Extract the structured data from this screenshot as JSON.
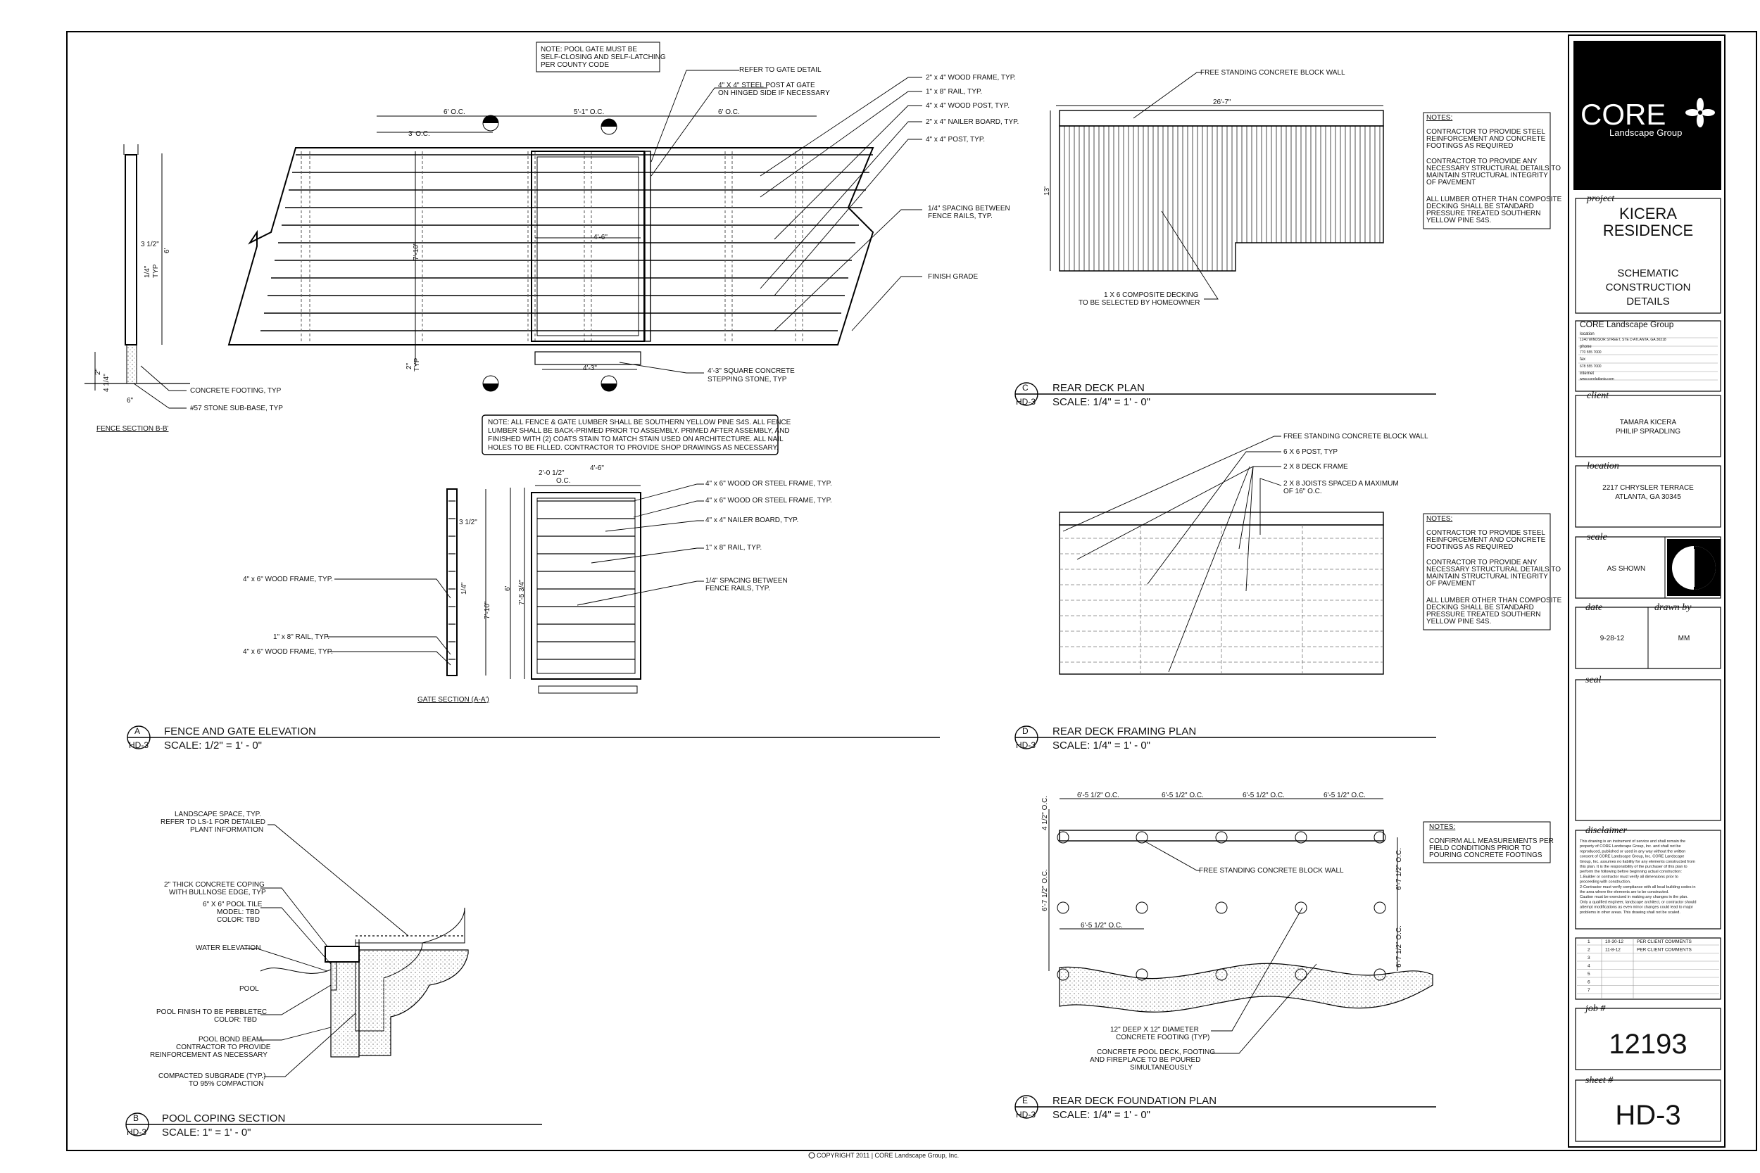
{
  "fence": {
    "callouts": [
      "REFER TO GATE DETAIL",
      "4\" X 4\" STEEL POST AT GATE",
      "ON HINGED SIDE IF NECESSARY",
      "2\" x 4\" WOOD FRAME, TYP.",
      "1\" x 8\" RAIL, TYP.",
      "4\" x 4\" WOOD POST, TYP.",
      "2\" x 4\" NAILER BOARD, TYP.",
      "4\" x 4\" POST, TYP.",
      "1/4\" SPACING BETWEEN",
      "FENCE RAILS, TYP.",
      "FINISH GRADE",
      "4'-3\" SQUARE CONCRETE",
      "STEPPING STONE, TYP"
    ],
    "note_gate": [
      "NOTE: POOL GATE MUST BE",
      "SELF-CLOSING AND SELF-LATCHING",
      "PER COUNTY CODE"
    ],
    "dims": [
      "6' O.C.",
      "5'-1\" O.C.",
      "6' O.C.",
      "3' O.C.",
      "4'-6\"",
      "4'-3\"",
      "7'-10\"",
      "2\"",
      "TYP"
    ],
    "section_b": [
      "3 1/2\"",
      "1/4\"",
      "TYP",
      "6'",
      "2\"",
      "4 1/4\"",
      "6\"",
      "CONCRETE FOOTING, TYP",
      "#57 STONE SUB-BASE, TYP",
      "FENCE SECTION B-B'"
    ],
    "lumber_note": [
      "NOTE: ALL FENCE & GATE LUMBER SHALL BE SOUTHERN YELLOW PINE S4S. ALL FENCE",
      "LUMBER SHALL BE BACK-PRIMED PRIOR TO ASSEMBLY.  PRIMED AFTER ASSEMBLY, AND",
      "FINISHED WITH (2) COATS STAIN TO MATCH STAIN USED ON ARCHITECTURE.  ALL NAIL",
      "HOLES TO BE FILLED. CONTRACTOR TO PROVIDE SHOP DRAWINGS AS NECESSARY."
    ],
    "gate": [
      "4\" x 6\" WOOD OR STEEL FRAME, TYP.",
      "4\" x 6\" WOOD OR STEEL FRAME, TYP.",
      "4\" x 4\" NAILER BOARD, TYP.",
      "1\" x 8\" RAIL, TYP.",
      "1/4\" SPACING BETWEEN",
      "FENCE RAILS, TYP.",
      "4\" x 6\" WOOD FRAME, TYP.",
      "1\" x 8\" RAIL, TYP.",
      "4\" x 6\" WOOD FRAME, TYP.",
      "3 1/2\"",
      "1/4\"",
      "7'-10\"",
      "6'",
      "7'-5 3/4\"",
      "2'-0 1/2\"",
      "O.C.",
      "4'-6\"",
      "GATE SECTION (A-A')"
    ],
    "title": {
      "letter": "A",
      "sheet": "HD-3",
      "name": "FENCE AND GATE ELEVATION",
      "scale": "SCALE: 1/2\" = 1' - 0\""
    }
  },
  "pool": {
    "callouts": [
      "LANDSCAPE SPACE, TYP.",
      "REFER TO LS-1 FOR DETAILED",
      "PLANT INFORMATION",
      "2\" THICK CONCRETE COPING",
      "WITH BULLNOSE EDGE, TYP",
      "6\" X 6\" POOL TILE",
      "MODEL: TBD",
      "COLOR: TBD",
      "WATER ELEVATION",
      "POOL",
      "POOL FINISH TO BE PEBBLETEC",
      "COLOR: TBD",
      "POOL BOND BEAM,",
      "CONTRACTOR TO PROVIDE",
      "REINFORCEMENT AS NECESSARY",
      "COMPACTED SUBGRADE (TYP.)",
      "TO 95% COMPACTION"
    ],
    "title": {
      "letter": "B",
      "sheet": "HD-3",
      "name": "POOL COPING SECTION",
      "scale": "SCALE: 1\" = 1' - 0\""
    }
  },
  "deck_plan": {
    "callouts": [
      "FREE STANDING CONCRETE BLOCK WALL",
      "1 X 6 COMPOSITE DECKING",
      "TO BE SELECTED BY HOMEOWNER",
      "26'-7\"",
      "13'"
    ],
    "title": {
      "letter": "C",
      "sheet": "HD-3",
      "name": "REAR DECK PLAN",
      "scale": "SCALE: 1/4\" = 1' - 0\""
    }
  },
  "deck_framing": {
    "callouts": [
      "FREE STANDING CONCRETE BLOCK WALL",
      "6 X 6 POST, TYP",
      "2 X 8 DECK FRAME",
      "2 X 8 JOISTS SPACED A MAXIMUM",
      "OF 16\" O.C."
    ],
    "title": {
      "letter": "D",
      "sheet": "HD-3",
      "name": "REAR DECK FRAMING PLAN",
      "scale": "SCALE: 1/4\" = 1' - 0\""
    }
  },
  "deck_foundation": {
    "callouts": [
      "FREE STANDING CONCRETE BLOCK WALL",
      "12\" DEEP X 12\" DIAMETER",
      "CONCRETE FOOTING (TYP)",
      "CONCRETE POOL DECK, FOOTING",
      "AND FIREPLACE TO BE POURED",
      "SIMULTANEOUSLY"
    ],
    "dims": [
      "6'-5 1/2\" O.C.",
      "6'-5 1/2\" O.C.",
      "6'-5 1/2\" O.C.",
      "6'-5 1/2\" O.C.",
      "6'-5 1/2\" O.C.",
      "4 1/2\" O.C.",
      "6'-7 1/2\" O.C.",
      "6'-7 1/2\" O.C.",
      "6'-7 1/2\" O.C."
    ],
    "title": {
      "letter": "E",
      "sheet": "HD-3",
      "name": "REAR DECK FOUNDATION PLAN",
      "scale": "SCALE: 1/4\" = 1' - 0\""
    }
  },
  "notes_struct": [
    "NOTES:",
    "CONTRACTOR TO PROVIDE STEEL",
    "REINFORCEMENT AND CONCRETE",
    "FOOTINGS AS REQUIRED",
    "CONTRACTOR TO PROVIDE ANY",
    "NECESSARY STRUCTURAL DETAILS TO",
    "MAINTAIN STRUCTURAL INTEGRITY",
    "OF PAVEMENT",
    "ALL LUMBER OTHER THAN COMPOSITE",
    "DECKING SHALL BE STANDARD",
    "PRESSURE TREATED SOUTHERN",
    "YELLOW PINE S4S."
  ],
  "notes_found": [
    "NOTES:",
    "CONFIRM ALL MEASUREMENTS PER",
    "FIELD CONDITIONS PRIOR TO",
    "POURING CONCRETE FOOTINGS"
  ],
  "titleblock": {
    "logo_main": "CORE",
    "logo_sub": "Landscape Group",
    "project_label": "project",
    "project_name": [
      "KICERA",
      "RESIDENCE"
    ],
    "project_desc": [
      "SCHEMATIC",
      "CONSTRUCTION",
      "DETAILS"
    ],
    "firm": "CORE Landscape Group",
    "firm_fields": [
      "location",
      "1240 WINDSOR STREET, STE D    ATLANTA, GA 30318",
      "phone",
      "770 555 7000",
      "fax",
      "678 555 7000",
      "internet",
      "www.corelatlanta.com"
    ],
    "client_label": "client",
    "client": [
      "TAMARA KICERA",
      "PHILIP SPRADLING"
    ],
    "location_label": "location",
    "location": [
      "2217 CHRYSLER TERRACE",
      "ATLANTA, GA 30345"
    ],
    "scale_label": "scale",
    "scale": "AS SHOWN",
    "date_label": "date",
    "drawn_label": "drawn by",
    "date": "9-28-12",
    "drawn": "MM",
    "seal_label": "seal",
    "disclaimer_label": "disclaimer",
    "disclaimer": [
      "This drawing is an instrument of service and shall remain the",
      "property of CORE Landscape Group, Inc. and shall not be",
      "reproduced, published or used in any way without the written",
      "consent of CORE Landscape Group, Inc. CORE Landscape",
      "Group, Inc. assumes no liability for any elements constructed from",
      "this plan. It is the responsibility of the purchaser of this plan to",
      "perform the following before beginning actual construction:",
      "1-Builder or contractor must verify all dimensions prior to",
      "proceeding with construction.",
      "2-Contractor must verify compliance with all local building codes in",
      "the area where the elements are to be constructed.",
      "Caution must be exercised in making any changes in the plan.",
      "Only a qualified engineer, landscape architect, or contractor should",
      "attempt modifications as even minor changes could lead to major",
      "problems in other areas. This drawing shall not be scaled."
    ],
    "revisions": [
      {
        "n": "1",
        "date": "10-30-12",
        "desc": "PER CLIENT COMMENTS"
      },
      {
        "n": "2",
        "date": "11-8-12",
        "desc": "PER CLIENT COMMENTS"
      },
      {
        "n": "3",
        "date": "",
        "desc": ""
      },
      {
        "n": "4",
        "date": "",
        "desc": ""
      },
      {
        "n": "5",
        "date": "",
        "desc": ""
      },
      {
        "n": "6",
        "date": "",
        "desc": ""
      },
      {
        "n": "7",
        "date": "",
        "desc": ""
      }
    ],
    "job_label": "job #",
    "job": "12193",
    "sheet_label": "sheet #",
    "sheet": "HD-3"
  },
  "copyright": "COPYRIGHT 2011  |  CORE Landscape Group, Inc."
}
